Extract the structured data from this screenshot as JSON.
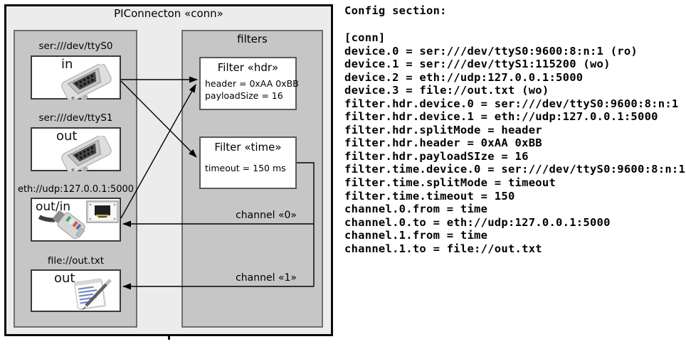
{
  "diagram": {
    "title": "PIConnecton «conn»",
    "devices": [
      {
        "label": "ser:///dev/ttyS0",
        "direction": "in",
        "icon": "serial-connector"
      },
      {
        "label": "ser:///dev/ttyS1",
        "direction": "out",
        "icon": "serial-connector"
      },
      {
        "label": "eth://udp:127.0.0.1:5000",
        "direction": "out/in",
        "icon": "ethernet-plug"
      },
      {
        "label": "file://out.txt",
        "direction": "out",
        "icon": "notepad"
      }
    ],
    "filters_box_title": "filters",
    "filters": [
      {
        "title": "Filter «hdr»",
        "properties": [
          "header = 0xAA 0xBB",
          "payloadSize = 16"
        ]
      },
      {
        "title": "Filter «time»",
        "properties": [
          "timeout = 150 ms"
        ]
      }
    ],
    "channels": [
      {
        "label": "channel «0»"
      },
      {
        "label": "channel «1»"
      }
    ]
  },
  "config": {
    "heading": "Config section:",
    "lines": [
      "[conn]",
      "device.0 = ser:///dev/ttyS0:9600:8:n:1 (ro)",
      "device.1 = ser:///dev/ttyS1:115200 (wo)",
      "device.2 = eth://udp:127.0.0.1:5000",
      "device.3 = file://out.txt (wo)",
      "filter.hdr.device.0 = ser:///dev/ttyS0:9600:8:n:1",
      "filter.hdr.device.1 = eth://udp:127.0.0.1:5000",
      "filter.hdr.splitMode = header",
      "filter.hdr.header = 0xAA 0xBB",
      "filter.hdr.payloadSIze = 16",
      "filter.time.device.0 = ser:///dev/ttyS0:9600:8:n:1",
      "filter.time.splitMode = timeout",
      "filter.time.timeout = 150",
      "channel.0.from = time",
      "channel.0.to = eth://udp:127.0.0.1:5000",
      "channel.1.from = time",
      "channel.1.to = file://out.txt"
    ]
  },
  "colors": {
    "outer_fill": "#ececec",
    "column_fill": "#c6c6c6",
    "box_fill": "#ffffff",
    "outer_border": "#0a0a0a",
    "column_border": "#6f6f6f",
    "device_border": "#3a3a3a",
    "filter_border": "#5a5a5a",
    "text": "#000000"
  }
}
